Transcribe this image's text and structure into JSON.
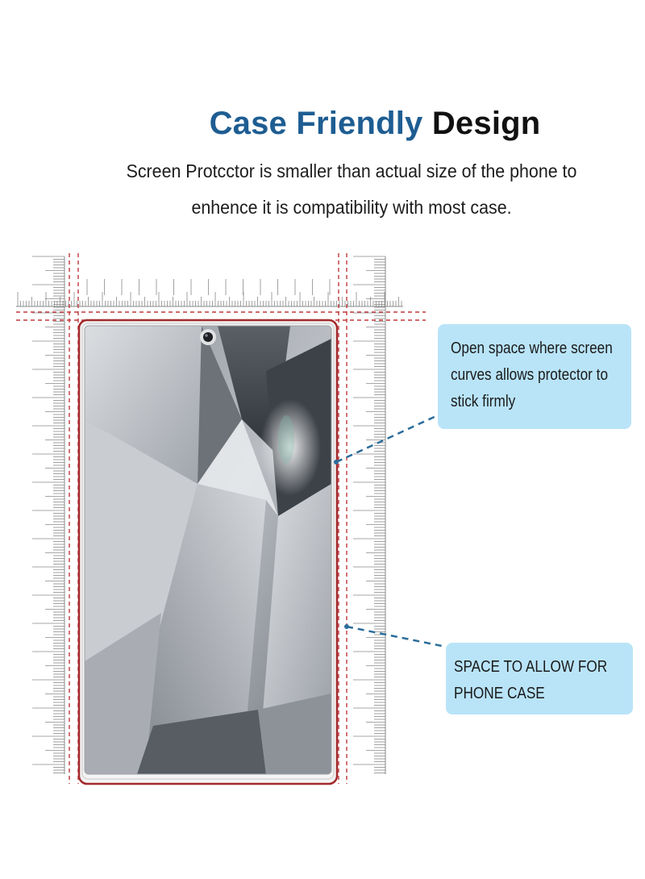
{
  "header": {
    "title_highlight": "Case Friendly",
    "title_rest": "Design",
    "subtitle_line1": "Screen Protcctor is smaller than actual size of the phone to",
    "subtitle_line2": "enhence it is compatibility with most case."
  },
  "callouts": {
    "open_space": [
      "Open space where screen",
      "curves allows protector to",
      "stick firmly"
    ],
    "case_space": [
      "SPACE TO ALLOW FOR",
      "PHONE CASE"
    ]
  },
  "colors": {
    "title_blue": "#1e5d92",
    "callout_bg": "#b9e4f8",
    "guide_red": "#c0383a",
    "leader_blue": "#2c6d9b"
  },
  "icons": {
    "camera": "front-camera-icon"
  }
}
